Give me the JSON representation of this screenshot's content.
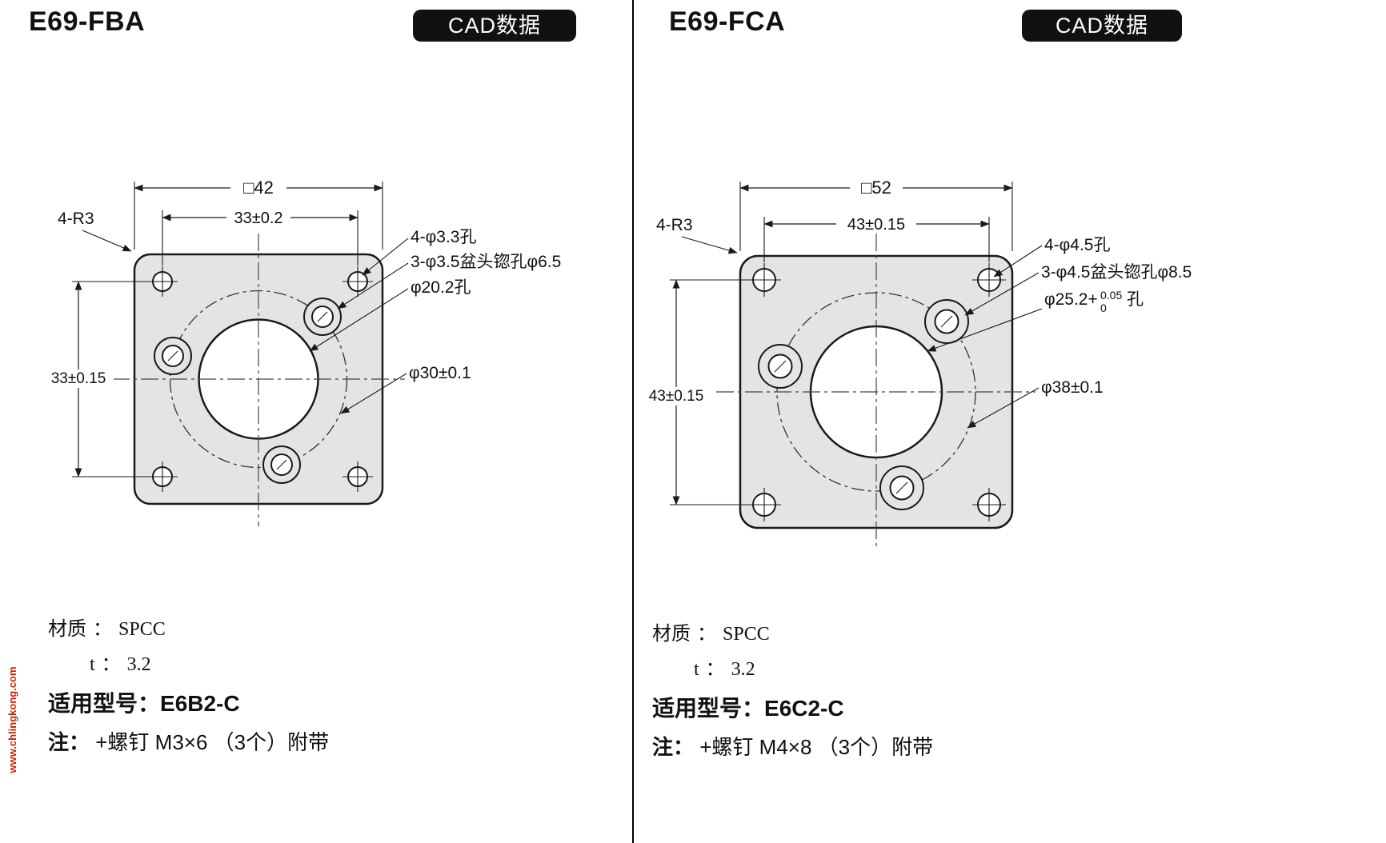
{
  "watermark": "www.chlingkong.com",
  "colors": {
    "badge_bg": "#111111",
    "badge_text": "#ffffff",
    "plate_fill": "#e4e4e4",
    "line": "#1a1a1a",
    "watermark_red": "#cc2200"
  },
  "panels": [
    {
      "title": "E69-FBA",
      "badge": "CAD数据",
      "drawing": {
        "dim_outer_square": "□42",
        "dim_hole_pitch_top": "33±0.2",
        "dim_hole_pitch_left": "33±0.15",
        "corner_radius_label": "4-R3",
        "callout_corner_holes": "4-φ3.3孔",
        "callout_counterbore_holes": "3-φ3.5盆头锪孔φ6.5",
        "callout_center_hole": "φ20.2孔",
        "callout_bolt_circle": "φ30±0.1"
      },
      "specs": {
        "material_label": "材质",
        "separator": "：",
        "material_value": "SPCC",
        "thickness_label": "t",
        "thickness_value": "3.2",
        "model_label": "适用型号：",
        "model_value": "E6B2-C",
        "note_label": "注：",
        "note_text": "+螺钉 M3×6 （3个）附带"
      }
    },
    {
      "title": "E69-FCA",
      "badge": "CAD数据",
      "drawing": {
        "dim_outer_square": "□52",
        "dim_hole_pitch_top": "43±0.15",
        "dim_hole_pitch_left": "43±0.15",
        "corner_radius_label": "4-R3",
        "callout_corner_holes": "4-φ4.5孔",
        "callout_counterbore_holes": "3-φ4.5盆头锪孔φ8.5",
        "callout_center_hole_prefix": "φ25.2+",
        "callout_center_hole_tol_upper": "0.05",
        "callout_center_hole_tol_lower": "0",
        "callout_center_hole_suffix": "孔",
        "callout_bolt_circle": "φ38±0.1"
      },
      "specs": {
        "material_label": "材质",
        "separator": "：",
        "material_value": "SPCC",
        "thickness_label": "t",
        "thickness_value": "3.2",
        "model_label": "适用型号：",
        "model_value": "E6C2-C",
        "note_label": "注：",
        "note_text": "+螺钉 M4×8 （3个）附带"
      }
    }
  ]
}
